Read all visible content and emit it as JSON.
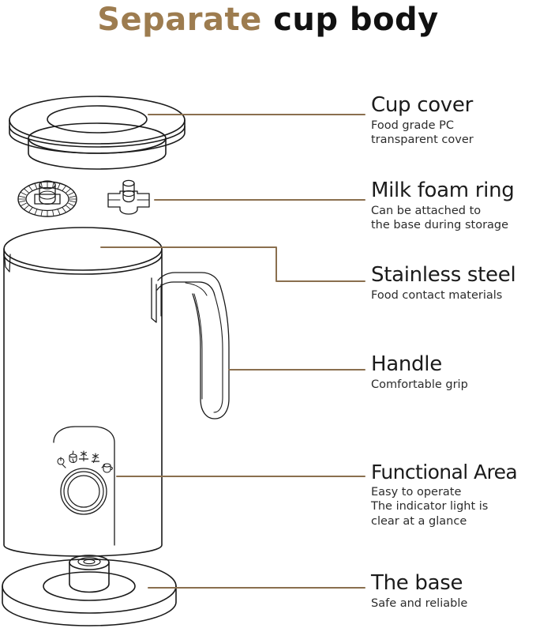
{
  "title": {
    "part_brown": "Separate",
    "part_black": "cup body"
  },
  "colors": {
    "accent_brown": "#9d7c4f",
    "leader_line": "#8a6f4e",
    "outline": "#1a1a1a",
    "title_black": "#111111",
    "body_text": "#1b1b1b"
  },
  "callouts": [
    {
      "id": "cup-cover",
      "title": "Cup cover",
      "subtitle": "Food grade PC\ntransparent cover"
    },
    {
      "id": "milk-foam-ring",
      "title": "Milk foam ring",
      "subtitle": "Can be attached to\nthe base during storage"
    },
    {
      "id": "stainless-steel",
      "title": "Stainless steel",
      "subtitle": "Food contact materials"
    },
    {
      "id": "handle",
      "title": "Handle",
      "subtitle": "Comfortable grip"
    },
    {
      "id": "functional-area",
      "title": "Functional Area",
      "subtitle": "Easy to operate\nThe indicator light is\nclear at a glance"
    },
    {
      "id": "the-base",
      "title": "The base",
      "subtitle": "Safe and reliable"
    }
  ],
  "diagram": {
    "parts": [
      {
        "name": "cup-cover-lid",
        "label": "Cup cover"
      },
      {
        "name": "milk-foam-ring-whisk",
        "label": "Milk foam ring"
      },
      {
        "name": "stirrer-paddle",
        "label": "Stirring paddle"
      },
      {
        "name": "stainless-steel-jug",
        "label": "Stainless steel jug"
      },
      {
        "name": "handle",
        "label": "Handle"
      },
      {
        "name": "control-panel",
        "label": "Functional Area"
      },
      {
        "name": "power-base",
        "label": "The base"
      }
    ],
    "control_panel": {
      "knob_label": "rotary control knob",
      "indicator_icons": [
        "power-icon",
        "hot-milk-foam-icon",
        "hot-milk-icon",
        "cold-milk-foam-icon",
        "heat-milk-icon"
      ]
    }
  }
}
